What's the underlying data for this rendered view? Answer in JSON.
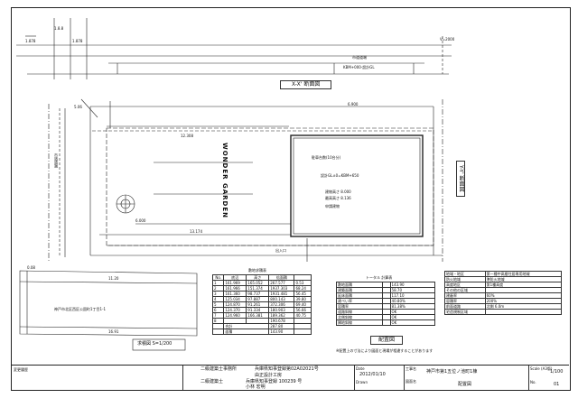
{
  "top_dims": [
    "1.878",
    "1.878",
    "1.8.8"
  ],
  "right_top_dim": "V=2000",
  "section_xx": {
    "title": "X-X' 断面図",
    "road_label1": "市道道端",
    "road_label2": "KBM+000-設計GL"
  },
  "section_yy": {
    "title": "Y-Y' 断面図"
  },
  "plan": {
    "dim_top": "6.900",
    "dim_left": "12.308",
    "dim_mid": "6.000",
    "dim_bottom": "13.174",
    "dim_left2": "5.06",
    "building_name": "WONDER GARDEN",
    "notes": [
      "駐車台数(10台分)",
      "設計GL±0=KBM+650",
      "建物高さ 8.000",
      "最高高さ 8.136",
      "申請建物"
    ],
    "label_road_west": "市道道端",
    "label_entry": "出入口"
  },
  "site_area_plan": {
    "title": "求積図 S=1/200",
    "dims": [
      "0.08",
      "11.20",
      "16.91"
    ],
    "label": "神戸市北区西区公園町1丁目1-1"
  },
  "area_table": {
    "title": "敷地求積表",
    "headers": [
      "No.",
      "底辺",
      "高さ",
      "倍面積",
      ""
    ],
    "rows": [
      [
        "1",
        "161.969",
        "165.052",
        "267.577",
        "0.53"
      ],
      [
        "2",
        "161.966",
        "151.374",
        "1937.303",
        "68.24"
      ],
      [
        "3",
        "161.360",
        "98.737",
        "1931.481",
        "56.45"
      ],
      [
        "4",
        "125.034",
        "97.887",
        "800.143",
        "39.80"
      ],
      [
        "5",
        "124.870",
        "91.261",
        "372.306",
        "69.40"
      ],
      [
        "6",
        "124.370",
        "91.334",
        "180.903",
        "56.66"
      ],
      [
        "7",
        "124.960",
        "166.381",
        "189.362",
        "40.75"
      ],
      [
        "8",
        "",
        "",
        "190.678",
        ""
      ]
    ],
    "total_label": "合計",
    "area_label": "面積",
    "total": "287.80",
    "area": "143.90"
  },
  "zoning_table": {
    "title": "トータル 計算表",
    "rows": [
      [
        "敷地面積",
        "",
        "143.90"
      ],
      [
        "建築面積",
        "",
        "58.70"
      ],
      [
        "延床面積",
        "",
        "117.10"
      ],
      [
        "建ぺい率",
        "",
        "40.80%"
      ],
      [
        "容積率",
        "",
        "81.38%"
      ],
      [
        "道路斜線",
        "",
        "OK"
      ],
      [
        "北側斜線",
        "",
        "OK"
      ],
      [
        "隣地斜線",
        "",
        "OK"
      ]
    ],
    "plan_title": "配置図",
    "note": "※配置上の寸法により図面と現場が相違することがあります"
  },
  "regulation_table": {
    "rows": [
      [
        "地域・地区",
        "第一種中高層住居専用地域"
      ],
      [
        "防火地域",
        "準防火地域"
      ],
      [
        "高度地区",
        "第1種高度"
      ],
      [
        "その他の区域",
        ""
      ],
      [
        "建蔽率",
        "60%"
      ],
      [
        "容積率",
        "200%"
      ],
      [
        "前面道路",
        "北側 6.0m"
      ],
      [
        "宅造規制区域",
        ""
      ]
    ]
  },
  "titleblock": {
    "label_left": "変更履歴",
    "office_title1": "二級建築士事務所",
    "office_reg": "兵庫県知事登録第02A02021号",
    "office_name": "由正設計工房",
    "architect_title": "二級建築士",
    "architect_reg": "兵庫県知事登録 100239 号",
    "architect_name": "小林 宏明",
    "date_label": "Date",
    "date": "2012/01/10",
    "drawn_label": "Drawn",
    "project_label": "工事名",
    "project": "神戸市第1五位ノ池町1棟",
    "sheet_label": "図面名",
    "sheet": "配置図",
    "scale_label": "Scale (A3版)",
    "scale": "1/100",
    "no_label": "No.",
    "no": "01"
  }
}
